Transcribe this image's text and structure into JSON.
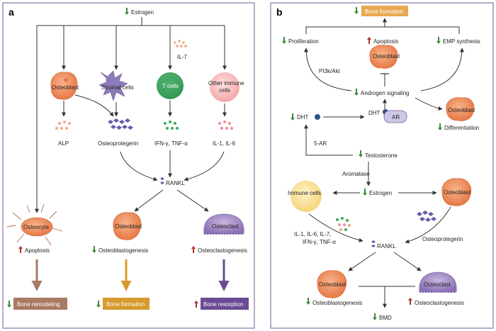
{
  "panel_a": {
    "label": "a",
    "estrogen": "Estrogen",
    "osteoblast": "Osteoblast",
    "stromal": "Stromal cells",
    "tcells": "T cells",
    "il7": "IL-7",
    "immune1": "Other immune",
    "immune2": "cells",
    "alp": "ALP",
    "opg": "Osteoprotegerin",
    "ifn": "IFN-γ, TNF-α",
    "il16": "IL-1, IL-6",
    "rankl": "RANKL",
    "osteocyte": "Osteocyte",
    "osteoblast2": "Osteoblast",
    "osteoclast": "Osteoclast",
    "apoptosis": "Apoptosis",
    "obgenesis": "Osteoblastogenesis",
    "ocgenesis": "Osteoclastogenesis",
    "box_remodel": "Bone remodeling",
    "box_formation": "Bone formation",
    "box_resorption": "Bone resorption"
  },
  "panel_b": {
    "label": "b",
    "bone_formation": "Bone formation",
    "proliferation": "Proliferation",
    "apoptosis": "Apoptosis",
    "emp": "EMP synthesis",
    "osteoblast_top": "Osteoblast",
    "pi3k": "PI3k/Akt",
    "androgen": "Androgen signaling",
    "dht1": "DHT",
    "dht2": "DHT",
    "ar": "AR",
    "osteoblast_r": "Osteoblast",
    "differentiation": "Differentiation",
    "five_ar": "5-AR",
    "testosterone": "Testosterone",
    "aromatase": "Aromatase",
    "immune": "Immune cells",
    "estrogen": "Estrogen",
    "osteoblast_mid": "Osteoblast",
    "cyt1": "IL-1, IL-6, IL-7,",
    "cyt2": "IFN-γ, TNF-α",
    "rankl": "RANKL",
    "opg": "Osteoprotegerin",
    "osteoblast_bot": "Osteoblast",
    "osteoclast_bot": "Osteoclast",
    "obgenesis": "Osteoblastogenesis",
    "ocgenesis": "Osteoclastogenesis",
    "bmd": "BMD"
  },
  "colors": {
    "down_arrow": "#3c8a3a",
    "up_arrow": "#b0302a",
    "remodel_box": "#a87a62",
    "formation_box": "#d79a2e",
    "resorption_box": "#6a4b93",
    "panel_border": "#6d5d96"
  }
}
